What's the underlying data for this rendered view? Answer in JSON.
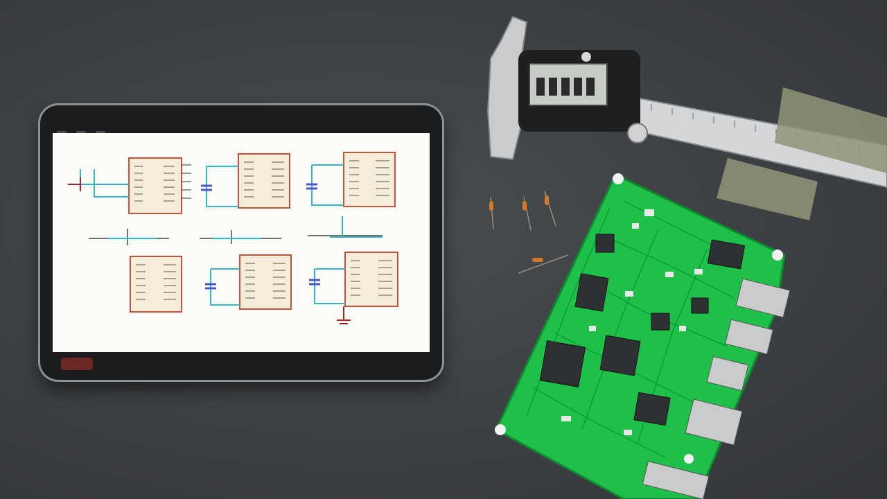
{
  "scene": {
    "description_label": "",
    "colors": {
      "background": "#3d4043",
      "pcb_green": "#1fc04a",
      "chip_fill": "#f5ecd9",
      "chip_border": "#c9503b",
      "wire_cyan": "#2fb8c7",
      "caliper_steel": "#c9cbcc"
    }
  },
  "schematic": {
    "chips": [
      {
        "id": "u1"
      },
      {
        "id": "u2"
      },
      {
        "id": "u3"
      },
      {
        "id": "u4"
      },
      {
        "id": "u5"
      },
      {
        "id": "u6"
      }
    ]
  },
  "caliper": {
    "display_value": ""
  },
  "icons": [
    "tablet-icon",
    "caliper-icon",
    "circuit-board-icon",
    "resistor-icon"
  ]
}
